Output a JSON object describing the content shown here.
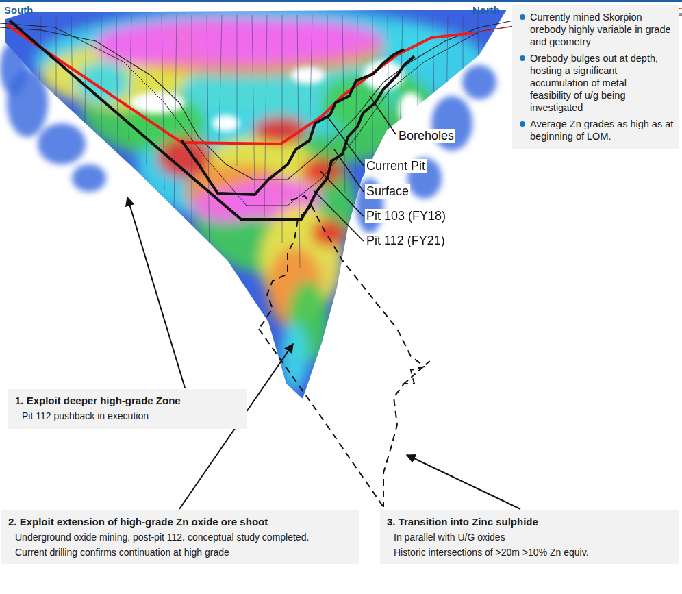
{
  "diagram": {
    "nodes": [
      {
        "text": [
          "Currently mined Skorpion orebody highly variable in grade and geometry",
          "Orebody bulges out at depth, hosting a significant accumulation of metal – feasibility of u/g being investigated",
          "Average Zn grades as high as at beginning of LOM."
        ]
      },
      {
        "text": [
          "1. Exploit deeper high-grade Zone",
          "Pit 112 pushback in execution"
        ]
      },
      {
        "text": [
          "2. Exploit extension of high-grade Zn oxide ore shoot",
          "Underground oxide mining, post-pit 112. conceptual study completed.",
          "Current drilling confirms continuation at high grade"
        ]
      },
      {
        "text": [
          "3. Transition into Zinc sulphide",
          "In parallel with U/G oxides",
          "Historic intersections of >20m >10% Zn equiv."
        ]
      }
    ],
    "labels": [
      "South",
      "North",
      "Boreholes",
      "Current Pit",
      "Surface",
      "Pit 103 (FY18)",
      "Pit 112 (FY21)"
    ]
  }
}
